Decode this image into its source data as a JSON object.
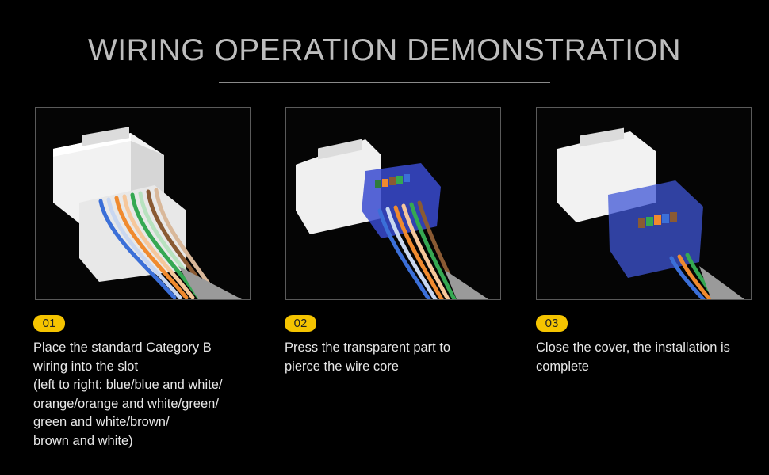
{
  "header": {
    "title": "WIRING OPERATION DEMONSTRATION"
  },
  "colors": {
    "accent_badge": "#f5c400",
    "background": "#000000",
    "title": "#bdbdbd",
    "cap_blue": "#2f3fb8"
  },
  "steps": [
    {
      "number": "01",
      "lines": [
        "Place the standard Category B",
        "wiring into the slot",
        "(left to right: blue/blue and white/",
        "orange/orange and white/green/",
        "green and white/brown/",
        "brown and white)"
      ]
    },
    {
      "number": "02",
      "lines": [
        "Press the transparent part to",
        "pierce the wire core"
      ]
    },
    {
      "number": "03",
      "lines": [
        "Close the cover, the installation is",
        "complete"
      ]
    }
  ]
}
